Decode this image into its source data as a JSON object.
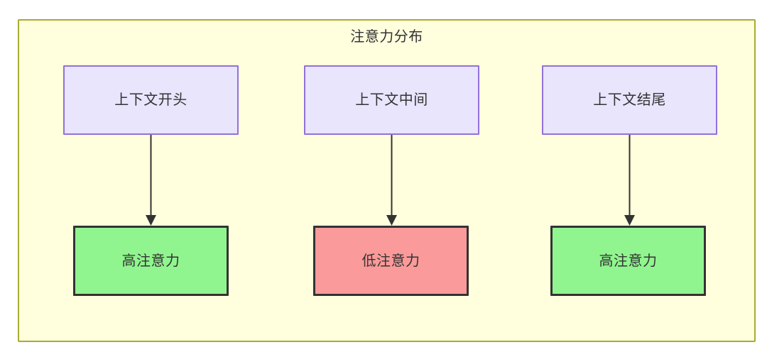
{
  "diagram": {
    "title": "注意力分布",
    "container": {
      "fill_color": "#ffffde",
      "border_color": "#aaaa33"
    },
    "context_nodes": [
      {
        "id": "context-start",
        "label": "上下文开头",
        "fill_color": "#e8e5fc",
        "border_color": "#9370db"
      },
      {
        "id": "context-middle",
        "label": "上下文中间",
        "fill_color": "#e8e5fc",
        "border_color": "#9370db"
      },
      {
        "id": "context-end",
        "label": "上下文结尾",
        "fill_color": "#e8e5fc",
        "border_color": "#9370db"
      }
    ],
    "attention_nodes": [
      {
        "id": "attention-high-left",
        "label": "高注意力",
        "fill_color": "#90f58e",
        "border_color": "#333333"
      },
      {
        "id": "attention-low-middle",
        "label": "低注意力",
        "fill_color": "#fb9a9a",
        "border_color": "#333333"
      },
      {
        "id": "attention-high-right",
        "label": "高注意力",
        "fill_color": "#90f58e",
        "border_color": "#333333"
      }
    ],
    "edges": [
      {
        "from": "context-start",
        "to": "attention-high-left",
        "label": ""
      },
      {
        "from": "context-middle",
        "to": "attention-low-middle",
        "label": ""
      },
      {
        "from": "context-end",
        "to": "attention-high-right",
        "label": ""
      }
    ]
  }
}
